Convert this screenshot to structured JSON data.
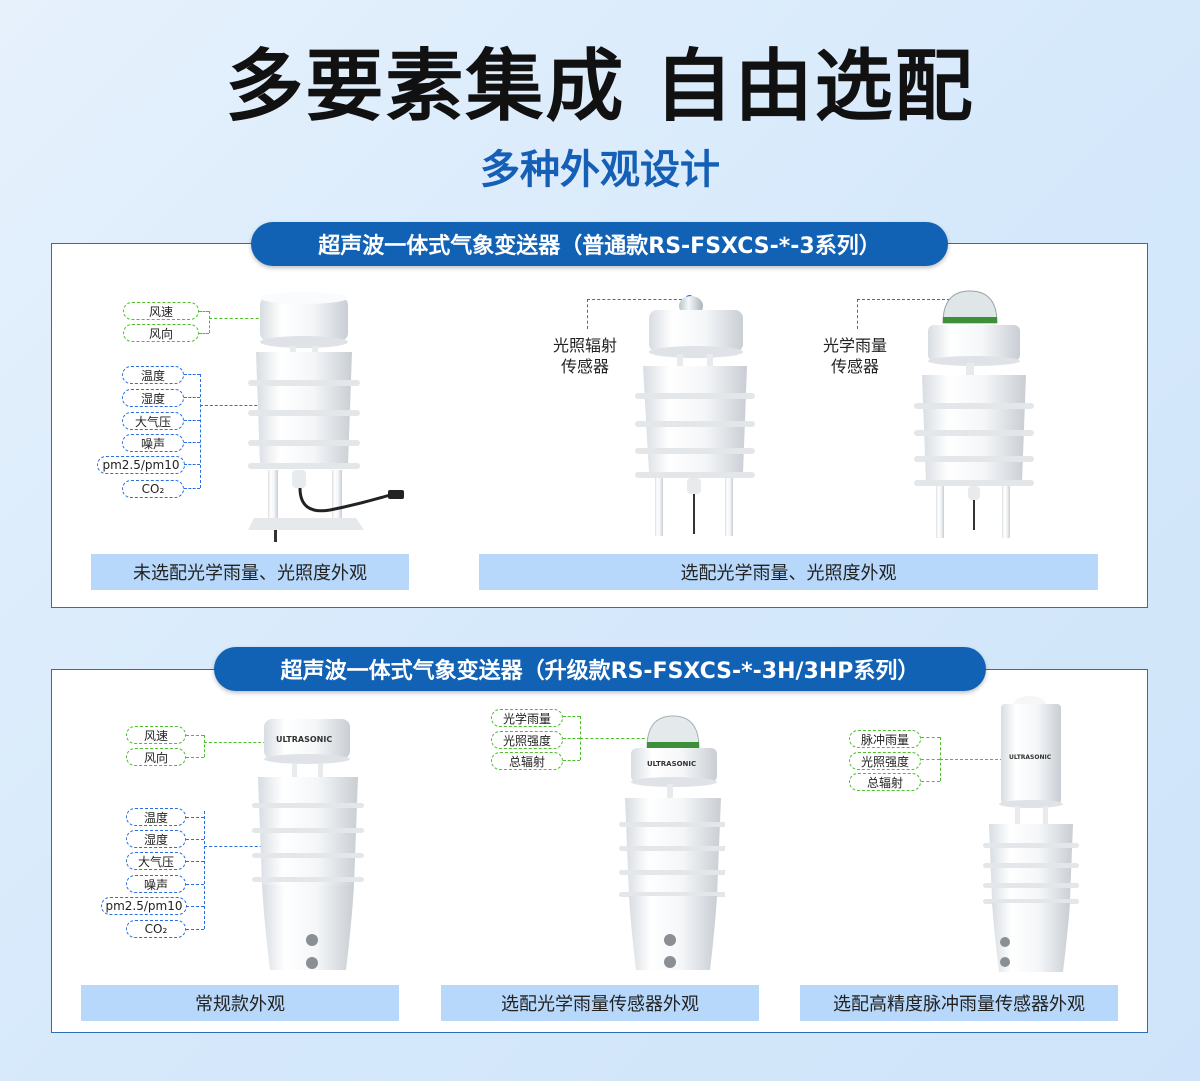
{
  "header": {
    "title": "多要素集成 自由选配",
    "subtitle": "多种外观设计"
  },
  "section1": {
    "banner": "超声波一体式气象变送器（普通款RS-FSXCS-*-3系列）",
    "device1": {
      "wind_tags": [
        "风速",
        "风向"
      ],
      "env_tags": [
        "温度",
        "湿度",
        "大气压",
        "噪声",
        "pm2.5/pm10",
        "CO₂"
      ],
      "caption": "未选配光学雨量、光照度外观"
    },
    "device2": {
      "label_line1": "光照辐射",
      "label_line2": "传感器"
    },
    "device3": {
      "label_line1": "光学雨量",
      "label_line2": "传感器"
    },
    "caption_right": "选配光学雨量、光照度外观"
  },
  "section2": {
    "banner": "超声波一体式气象变送器（升级款RS-FSXCS-*-3H/3HP系列）",
    "device1": {
      "wind_tags": [
        "风速",
        "风向"
      ],
      "env_tags": [
        "温度",
        "湿度",
        "大气压",
        "噪声",
        "pm2.5/pm10",
        "CO₂"
      ],
      "brand": "ULTRASONIC",
      "caption": "常规款外观"
    },
    "device2": {
      "tags": [
        "光学雨量",
        "光照强度",
        "总辐射"
      ],
      "brand": "ULTRASONIC",
      "caption": "选配光学雨量传感器外观"
    },
    "device3": {
      "tags": [
        "脉冲雨量",
        "光照强度",
        "总辐射"
      ],
      "brand": "ULTRASONIC",
      "caption": "选配高精度脉冲雨量传感器外观"
    }
  },
  "colors": {
    "banner_blue": "#1161b5",
    "caption_bg": "#b7d8fa",
    "green_line": "#4cbf2a",
    "blue_line": "#2a6fe0"
  }
}
